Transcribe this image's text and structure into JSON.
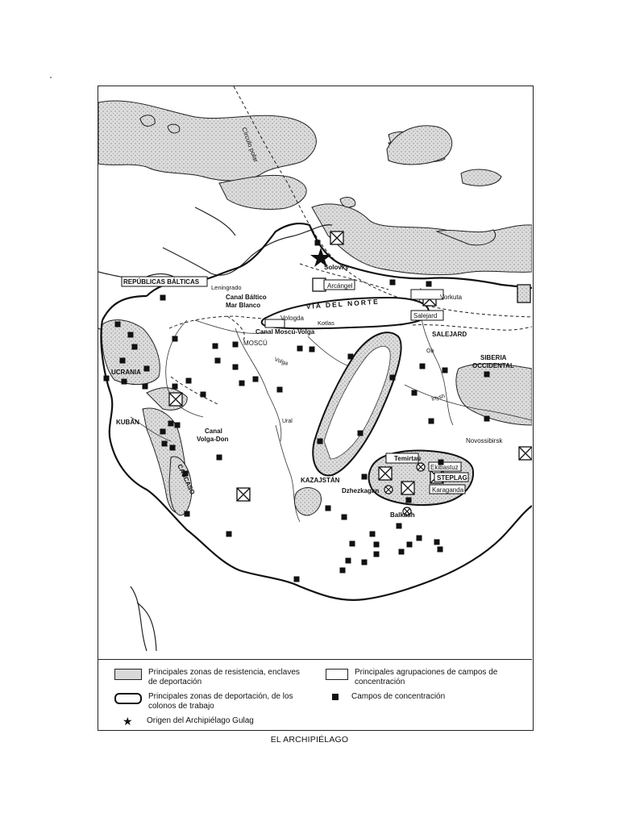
{
  "map": {
    "labels": {
      "circulo_polar": "Círculo polar",
      "solovky": "Solovky",
      "arcangel": "Arcángel",
      "vorkuta": "Vorkuta",
      "republicas_balticas": "REPÚBLICAS BÁLTICAS",
      "leningrado": "Leningrado",
      "canal_baltico": "Canal Báltico",
      "mar_blanco": "Mar Blanco",
      "via_del_norte": "VÍA DEL NORTE",
      "vologda": "Vologda",
      "kotlas": "Kotlas",
      "salejard_box": "Salejard",
      "salejard": "SALEJARD",
      "canal_moscu_volga": "Canal Moscú-Volga",
      "moscu": "MOSCÚ",
      "volga": "Volga",
      "ob": "Ob",
      "siberia": "SIBERIA",
      "occidental": "OCCIDENTAL",
      "ucrania": "UCRANIA",
      "irtysh": "Irtysh",
      "kuban": "KUBÁN",
      "ural": "Ural",
      "canal": "Canal",
      "volga_don": "Volga-Don",
      "novossibirsk": "Novossibirsk",
      "temirtau": "Temirtau",
      "ekibastuz": "Ekibastuz",
      "steplag": "STEPLAG",
      "kazajstan": "KAZAJSTÁN",
      "dzhezkagan": "Dzhezkagan",
      "karaganda": "Karaganda",
      "caucaso": "CAUCASO",
      "balkash": "Balkash"
    }
  },
  "legend": {
    "resistance": "Principales zonas de resistencia, enclaves de deportación",
    "deportation": "Principales zonas de deportación, de los colonos de trabajo",
    "origin": "Origen del Archipiélago Gulag",
    "groupings": "Principales  agrupaciones de campos de concentración",
    "camps": "Campos de concentración"
  },
  "caption": "EL ARCHIPIÉLAGO",
  "colors": {
    "ink": "#111111",
    "stipple": "#d9d9d9",
    "paper": "#ffffff"
  }
}
